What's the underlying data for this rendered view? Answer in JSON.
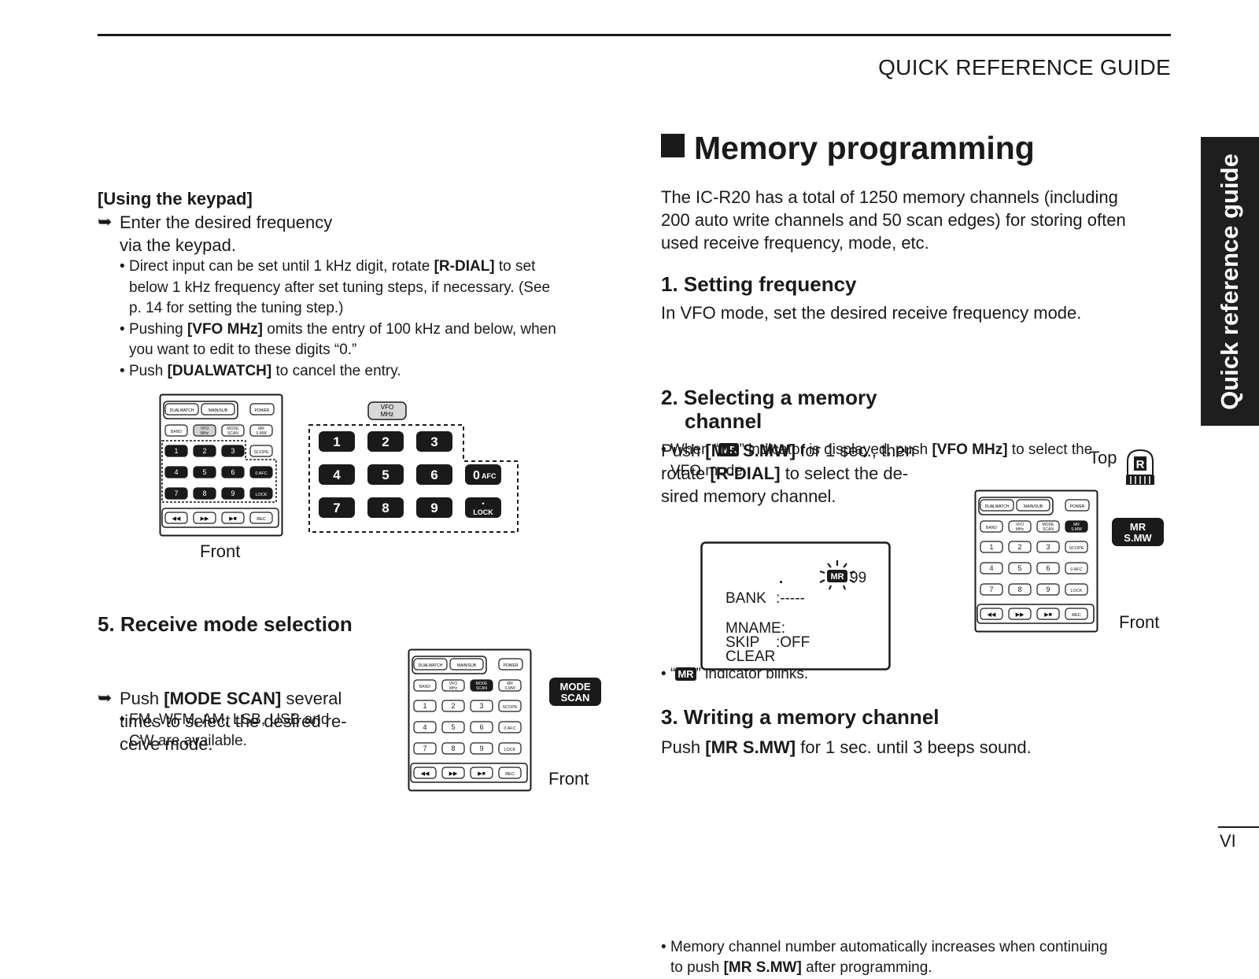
{
  "header": {
    "title": "QUICK REFERENCE GUIDE"
  },
  "side_tab": {
    "label": "Quick reference guide"
  },
  "page_number": "VI",
  "left": {
    "keypad": {
      "heading": "[Using the keypad]",
      "intro_line1": "Enter the desired frequency",
      "intro_line2": "via the keypad.",
      "b1_l1_pre": "Direct input can be set until 1 kHz digit, rotate ",
      "b1_l1_key": "[R-DIAL]",
      "b1_l1_post": " to set",
      "b1_l2": "below 1 kHz frequency after set tuning steps, if necessary. (See",
      "b1_l3": "p. 14 for setting the tuning step.)",
      "b2_l1_pre": "Pushing ",
      "b2_l1_key": "[VFO MHz]",
      "b2_l1_post": " omits the entry of 100 kHz and below, when",
      "b2_l2": "you want to edit to these digits “0.”",
      "b3_pre": "Push ",
      "b3_key": "[DUALWATCH]",
      "b3_post": " to cancel the entry.",
      "caption": "Front"
    },
    "receive": {
      "heading": "5. Receive mode selection",
      "l1_pre": "Push ",
      "l1_key": "[MODE SCAN]",
      "l1_post": " several",
      "l2": "times to select the desired re-",
      "l3": "ceive mode.",
      "b1_l1": "FM, WFM, AM, LSB, USB and",
      "b1_l2": "CW are available.",
      "caption": "Front"
    }
  },
  "right": {
    "title": "Memory programming",
    "intro_l1": "The IC-R20 has a total of 1250 memory channels (including",
    "intro_l2": "200 auto write channels and 50 scan edges) for storing often",
    "intro_l3": "used receive frequency, mode, etc.",
    "s1": {
      "heading": "1. Setting frequency",
      "body": "In VFO mode, set the desired receive frequency mode.",
      "b1_pre": "When “",
      "b1_icon": "MR",
      "b1_mid": "” indicator is displayed, push ",
      "b1_key": "[VFO MHz]",
      "b1_post": " to select the",
      "b1_l2": "VFO mode."
    },
    "s2": {
      "heading_l1": "2. Selecting a memory",
      "heading_l2": "channel",
      "l1_pre": "Push ",
      "l1_key": "[MR S.MW]",
      "l1_post": " for 1 sec., then",
      "l2_pre": "rotate ",
      "l2_key": "[R-DIAL]",
      "l2_post": " to select the de-",
      "l3": "sired memory channel.",
      "b1_pre": "“",
      "b1_icon": "MR",
      "b1_post": "” indicator blinks.",
      "top_label": "Top",
      "front_label": "Front"
    },
    "s3": {
      "heading": "3. Writing a memory channel",
      "body_pre": "Push ",
      "body_key": "[MR S.MW]",
      "body_post": " for 1 sec. until 3 beeps sound.",
      "b1_l1": "Memory channel number automatically increases when continuing",
      "b1_l2_pre": "to push ",
      "b1_l2_key": "[MR S.MW]",
      "b1_l2_post": " after programming."
    }
  },
  "lcd": {
    "bank_label": "BANK",
    "bank_value": ":-----",
    "mr_icon": "MR",
    "channel": "99",
    "name_label": "MNAME:",
    "skip_label": "SKIP",
    "skip_value": ":OFF",
    "clear_label": "CLEAR"
  },
  "radio_keys": {
    "dualwatch": "DUALWATCH",
    "mainsub": "MAIN/SUB",
    "power": "POWER",
    "band": "BAND",
    "vfo_l1": "VFO",
    "vfo_l2": "MHz",
    "mode_l1": "MODE",
    "mode_l2": "SCAN",
    "mr_l1": "MR",
    "mr_l2": "S.MW",
    "scope": "SCOPE",
    "afc": "AFC",
    "lock": "LOCK",
    "rec": "REC",
    "digits": [
      "1",
      "2",
      "3",
      "4",
      "5",
      "6",
      "7",
      "8",
      "9",
      "0"
    ]
  },
  "zoom_keys": {
    "vfo_l1": "VFO",
    "vfo_l2": "MHz",
    "digits": [
      "1",
      "2",
      "3",
      "4",
      "5",
      "6",
      "7",
      "8",
      "9",
      "0"
    ],
    "afc": "AFC",
    "lock": "LOCK"
  },
  "callouts": {
    "mode_l1": "MODE",
    "mode_l2": "SCAN",
    "mr_l1": "MR",
    "mr_l2": "S.MW"
  }
}
